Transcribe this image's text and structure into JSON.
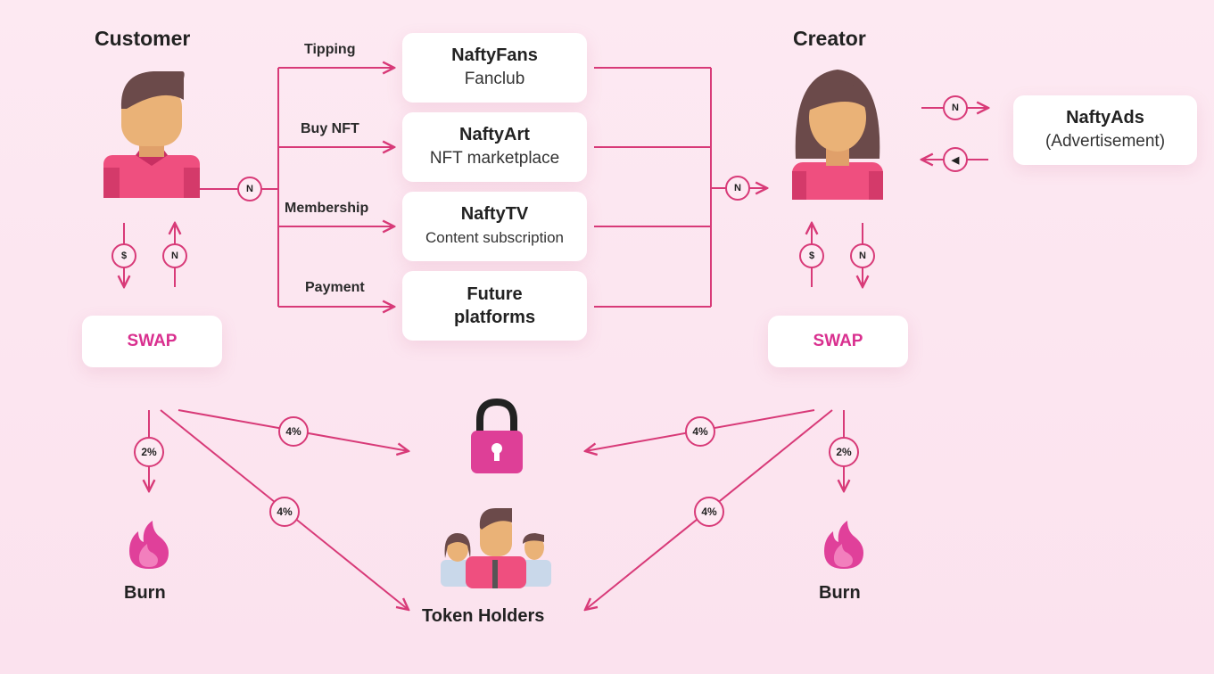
{
  "actors": {
    "customer": "Customer",
    "creator": "Creator"
  },
  "flows": [
    {
      "label": "Tipping"
    },
    {
      "label": "Buy NFT"
    },
    {
      "label": "Membership"
    },
    {
      "label": "Payment"
    }
  ],
  "platforms": [
    {
      "name": "NaftyFans",
      "sub": "Fanclub"
    },
    {
      "name": "NaftyArt",
      "sub": "NFT marketplace"
    },
    {
      "name": "NaftyTV",
      "sub": "Content subscription"
    },
    {
      "name": "Future",
      "sub": "platforms"
    }
  ],
  "ads": {
    "name": "NaftyAds",
    "sub": "(Advertisement)"
  },
  "swap_label": "SWAP",
  "badges": {
    "token": "N",
    "dollar": "$",
    "megaphone": "◀"
  },
  "fees": {
    "burn_left": "2%",
    "lock_left": "4%",
    "holders_left": "4%",
    "lock_right": "4%",
    "holders_right": "4%",
    "burn_right": "2%"
  },
  "bottom": {
    "burn": "Burn",
    "holders": "Token Holders"
  },
  "colors": {
    "accent": "#d83a78",
    "swap_text": "#d9308f",
    "background": "#fce6f0"
  }
}
